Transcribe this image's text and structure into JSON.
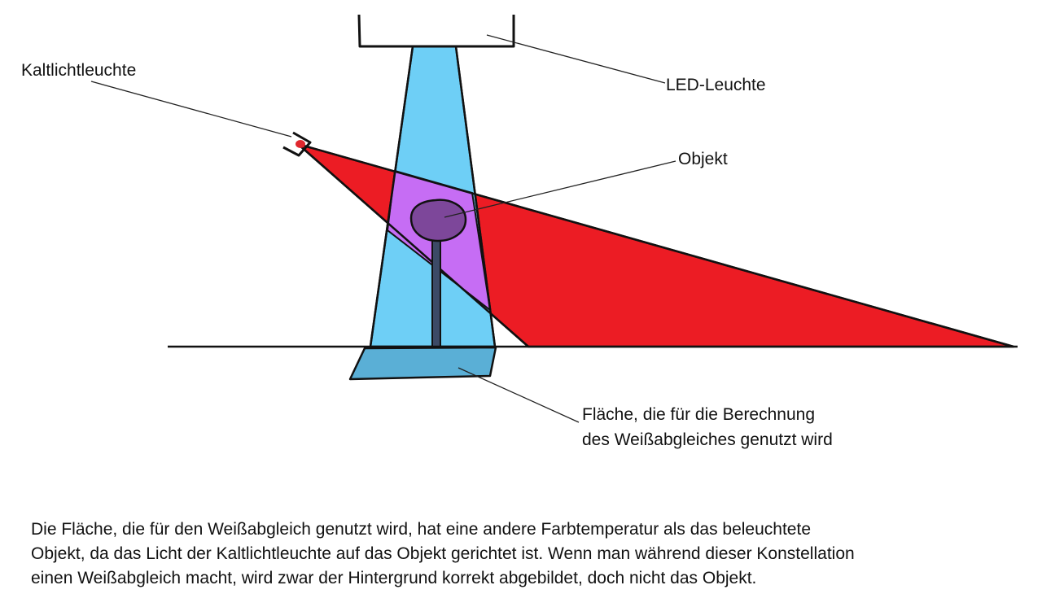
{
  "labels": {
    "kaltlichtleuchte": "Kaltlichtleuchte",
    "led_leuchte": "LED-Leuchte",
    "objekt": "Objekt",
    "flaeche_line1": "Fläche, die für die Berechnung",
    "flaeche_line2": "des Weißabgleiches genutzt wird"
  },
  "caption": {
    "line1": "Die Fläche, die für den Weißabgleich genutzt wird, hat eine andere Farbtemperatur als das beleuchtete",
    "line2": "Objekt, da das Licht der Kaltlichtleuchte auf das Objekt gerichtet ist. Wenn man während dieser Konstellation",
    "line3": "einen Weißabgleich macht, wird zwar der Hintergrund korrekt abgebildet, doch nicht das Objekt."
  },
  "colors": {
    "led_beam": "#6ecff6",
    "cold_light_beam": "#ec1c24",
    "beam_overlap": "#c66df4",
    "object_head": "#7d479a",
    "object_stem": "#3c4a66",
    "white_balance_area": "#5aafd6",
    "lamp_spot": "#e0282e"
  }
}
